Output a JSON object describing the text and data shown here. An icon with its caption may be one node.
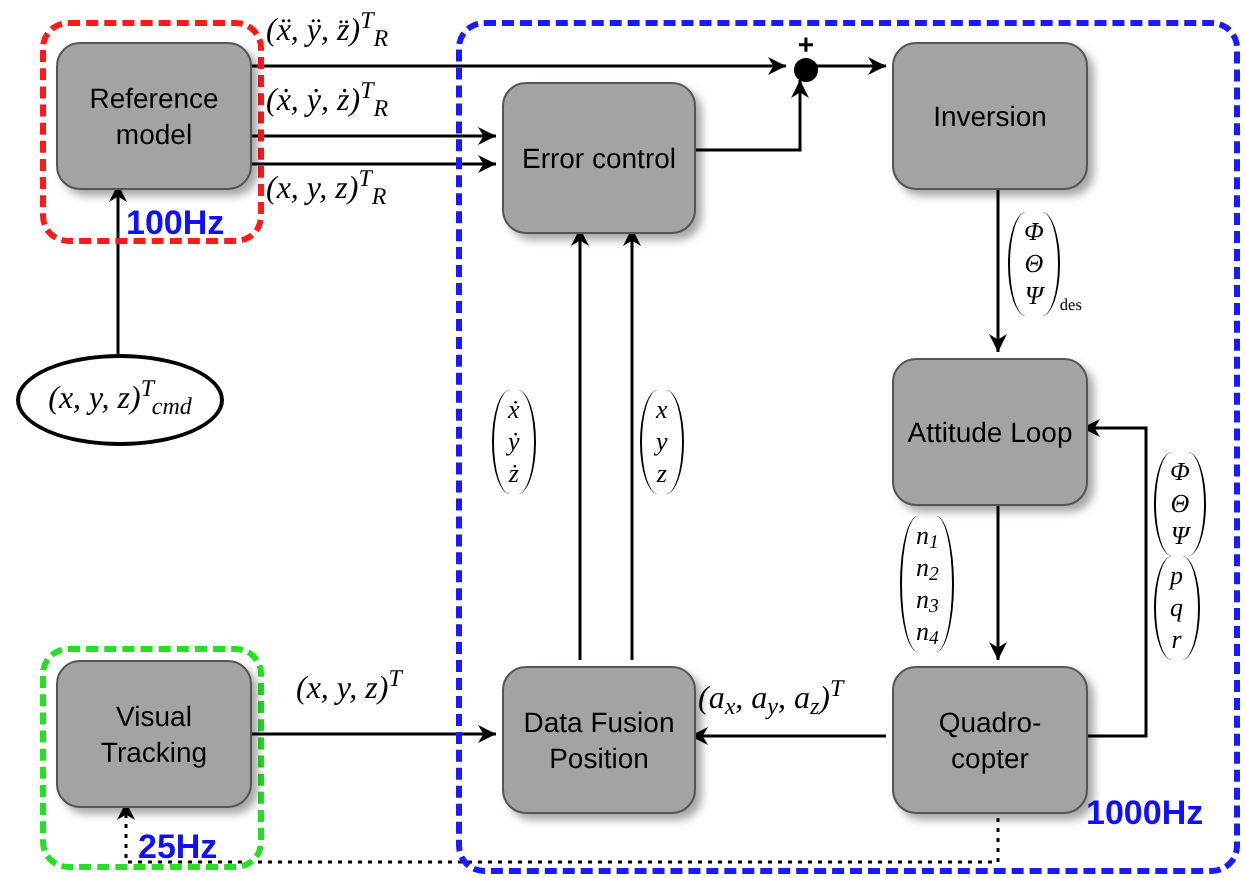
{
  "diagram": {
    "nodes": [
      {
        "text": [
          "100Hz"
        ]
      },
      {
        "text": [
          "Reference model"
        ],
        "in": 0
      },
      {
        "text": [
          "1000Hz"
        ]
      },
      {
        "text": [
          "Error control"
        ],
        "in": 2
      },
      {
        "text": [
          "+"
        ],
        "in": 2
      },
      {
        "text": [
          "Inversion"
        ],
        "in": 2
      },
      {
        "text": [
          "Attitude Loop"
        ],
        "in": 2
      },
      {
        "text": [
          "Quadro- copter"
        ],
        "in": 2
      },
      {
        "text": [
          "Data Fusion Position"
        ],
        "in": 2
      },
      {
        "text": [
          "25Hz"
        ]
      },
      {
        "text": [
          "Visual Tracking"
        ],
        "in": 9
      },
      {
        "text": [
          "(x, y, z)$^{T}$$_{cmd}$"
        ]
      }
    ],
    "edges": [
      {
        "from": 1,
        "to": 4,
        "arrow": "to",
        "label": "(ẍ, ÿ, z̈)$^{T}$$_{R}$"
      },
      {
        "from": 1,
        "to": 3,
        "arrow": "to",
        "label": "(ẋ, ẏ, ż)$^{T}$$_{R}$"
      },
      {
        "from": 1,
        "to": 3,
        "arrow": "to",
        "label": "(x, y, z)$^{T}$$_{R}$"
      },
      {
        "from": 3,
        "to": 4,
        "arrow": "to"
      },
      {
        "from": 4,
        "to": 5,
        "arrow": "to"
      },
      {
        "from": 5,
        "to": 6,
        "arrow": "to",
        "label": "Φ Θ Ψ $_{des}$"
      },
      {
        "from": 6,
        "to": 7,
        "arrow": "to",
        "label": "n$_{1}$ n$_{2}$ n$_{3}$ n$_{4}$"
      },
      {
        "from": 7,
        "to": 6,
        "arrow": "to",
        "label": "Φ Θ Ψ p q r"
      },
      {
        "from": 8,
        "to": 3,
        "arrow": "to",
        "label": "ẋ ẏ ż"
      },
      {
        "from": 8,
        "to": 3,
        "arrow": "to",
        "label": "x y z"
      },
      {
        "from": 10,
        "to": 8,
        "arrow": "to",
        "label": "(x, y, z)$^{T}$"
      },
      {
        "from": 7,
        "to": 8,
        "arrow": "to",
        "label": "(a$_{x}$, a$_{y}$, a$_{z}$)$^{T}$"
      },
      {
        "from": 11,
        "to": 1,
        "arrow": "to"
      },
      {
        "from": 7,
        "to": 10,
        "arrow": "to",
        "style": "dashed"
      }
    ]
  }
}
